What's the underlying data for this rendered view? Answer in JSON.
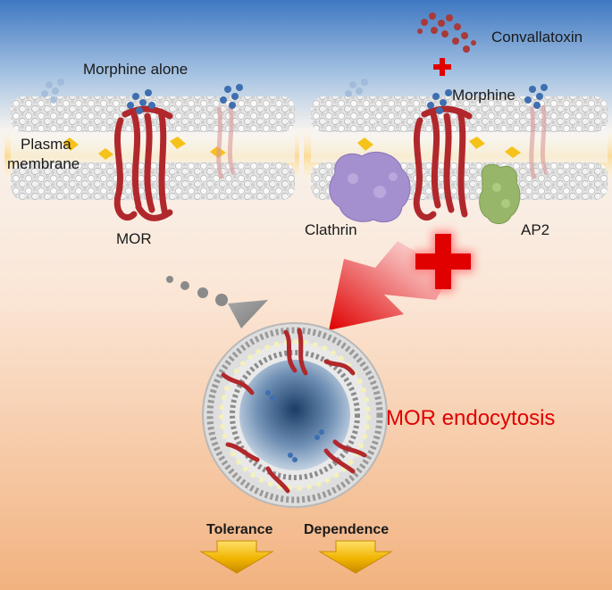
{
  "labels": {
    "morphine_alone": "Morphine alone",
    "plasma_membrane_line1": "Plasma",
    "plasma_membrane_line2": "membrane",
    "mor": "MOR",
    "convallatoxin": "Convallatoxin",
    "morphine": "Morphine",
    "clathrin": "Clathrin",
    "ap2": "AP2",
    "mor_endocytosis": "MOR endocytosis",
    "tolerance": "Tolerance",
    "dependence": "Dependence"
  },
  "colors": {
    "sky_top": "#3f78c2",
    "background_bottom": "#f2b27f",
    "membrane_band": "#fbd98e",
    "receptor": "#b1282c",
    "morphine_molecule": "#3e6fb0",
    "clathrin": "#a48fcf",
    "ap2": "#97b66a",
    "accent_red": "#e00000",
    "arrow_gray": "#8a8a8a",
    "outcome_arrow": "#e0a800",
    "vesicle_core": "#1b3d66"
  }
}
